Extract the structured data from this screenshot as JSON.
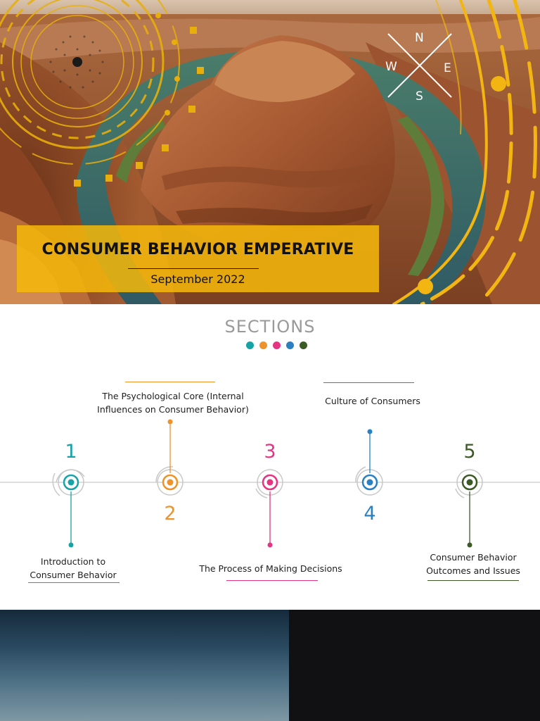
{
  "hero": {
    "title": "CONSUMER BEHAVIOR EMPERATIVE",
    "subtitle": "September 2022",
    "compass": {
      "north": "N",
      "west": "W",
      "east": "E",
      "south": "S"
    },
    "accent_color": "#f4b80a"
  },
  "sections": {
    "heading": "SECTIONS",
    "dot_colors": [
      "#17a2a6",
      "#ee922a",
      "#e33581",
      "#2a81c2",
      "#3c5a25"
    ],
    "items": [
      {
        "number": "1",
        "title_line1": "Introduction to",
        "title_line2": "Consumer Behavior",
        "color": "#17a2a6"
      },
      {
        "number": "2",
        "title_line1": "The Psychological Core (Internal",
        "title_line2": "Influences on Consumer Behavior)",
        "color": "#ee922a"
      },
      {
        "number": "3",
        "title_line1": "The Process of Making Decisions",
        "color": "#e33581"
      },
      {
        "number": "4",
        "title_line1": "Culture of Consumers",
        "color": "#2a81c2"
      },
      {
        "number": "5",
        "title_line1": "Consumer Behavior",
        "title_line2": "Outcomes and Issues",
        "color": "#3c5a25"
      }
    ]
  }
}
